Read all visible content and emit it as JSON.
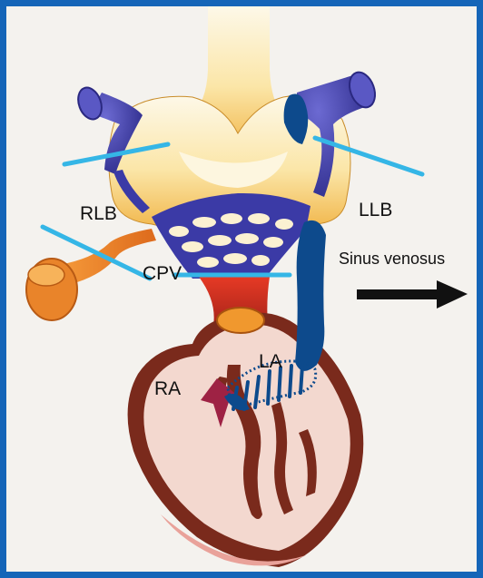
{
  "labels": {
    "rlb": "RLB",
    "llb": "LLB",
    "cpv": "CPV",
    "ra": "RA",
    "la": "LA",
    "sinus_venosus": "Sinus venosus"
  },
  "colors": {
    "frame": "#1565b8",
    "yellow_tissue": "#f7d98a",
    "pale_tissue": "#fbf1d2",
    "vein_blue": "#3b3aa6",
    "orange_vein": "#e9842a",
    "heart_wall": "#7a2a1c",
    "heart_inner": "#f3d8cf",
    "cpv_red": "#d62d1f",
    "highlight_navy": "#0d4a8c",
    "pointer_line": "#35b6e6",
    "arrow": "#111111"
  },
  "icons": [
    "sinus-venosus-arrow-icon"
  ]
}
